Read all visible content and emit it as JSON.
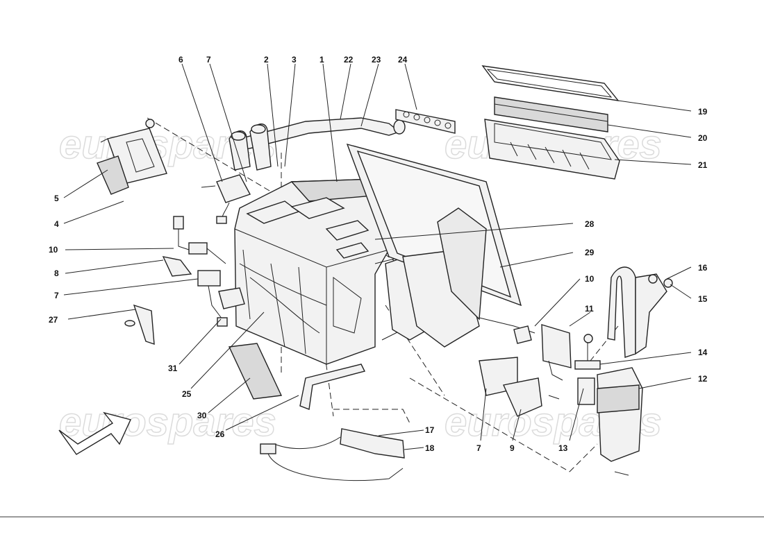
{
  "watermark_text": "eurospares",
  "callouts": [
    {
      "id": "c6",
      "text": "6"
    },
    {
      "id": "c7a",
      "text": "7"
    },
    {
      "id": "c2",
      "text": "2"
    },
    {
      "id": "c3",
      "text": "3"
    },
    {
      "id": "c1",
      "text": "1"
    },
    {
      "id": "c22",
      "text": "22"
    },
    {
      "id": "c23",
      "text": "23"
    },
    {
      "id": "c24",
      "text": "24"
    },
    {
      "id": "c19",
      "text": "19"
    },
    {
      "id": "c20",
      "text": "20"
    },
    {
      "id": "c21",
      "text": "21"
    },
    {
      "id": "c5",
      "text": "5"
    },
    {
      "id": "c4",
      "text": "4"
    },
    {
      "id": "c28",
      "text": "28"
    },
    {
      "id": "c10a",
      "text": "10"
    },
    {
      "id": "c29",
      "text": "29"
    },
    {
      "id": "c8",
      "text": "8"
    },
    {
      "id": "c7b",
      "text": "7"
    },
    {
      "id": "c16",
      "text": "16"
    },
    {
      "id": "c10b",
      "text": "10"
    },
    {
      "id": "c15",
      "text": "15"
    },
    {
      "id": "c27",
      "text": "27"
    },
    {
      "id": "c11",
      "text": "11"
    },
    {
      "id": "c14",
      "text": "14"
    },
    {
      "id": "c31",
      "text": "31"
    },
    {
      "id": "c12",
      "text": "12"
    },
    {
      "id": "c25",
      "text": "25"
    },
    {
      "id": "c30",
      "text": "30"
    },
    {
      "id": "c26",
      "text": "26"
    },
    {
      "id": "c17",
      "text": "17"
    },
    {
      "id": "c7c",
      "text": "7"
    },
    {
      "id": "c9",
      "text": "9"
    },
    {
      "id": "c13",
      "text": "13"
    },
    {
      "id": "c18",
      "text": "18"
    }
  ]
}
